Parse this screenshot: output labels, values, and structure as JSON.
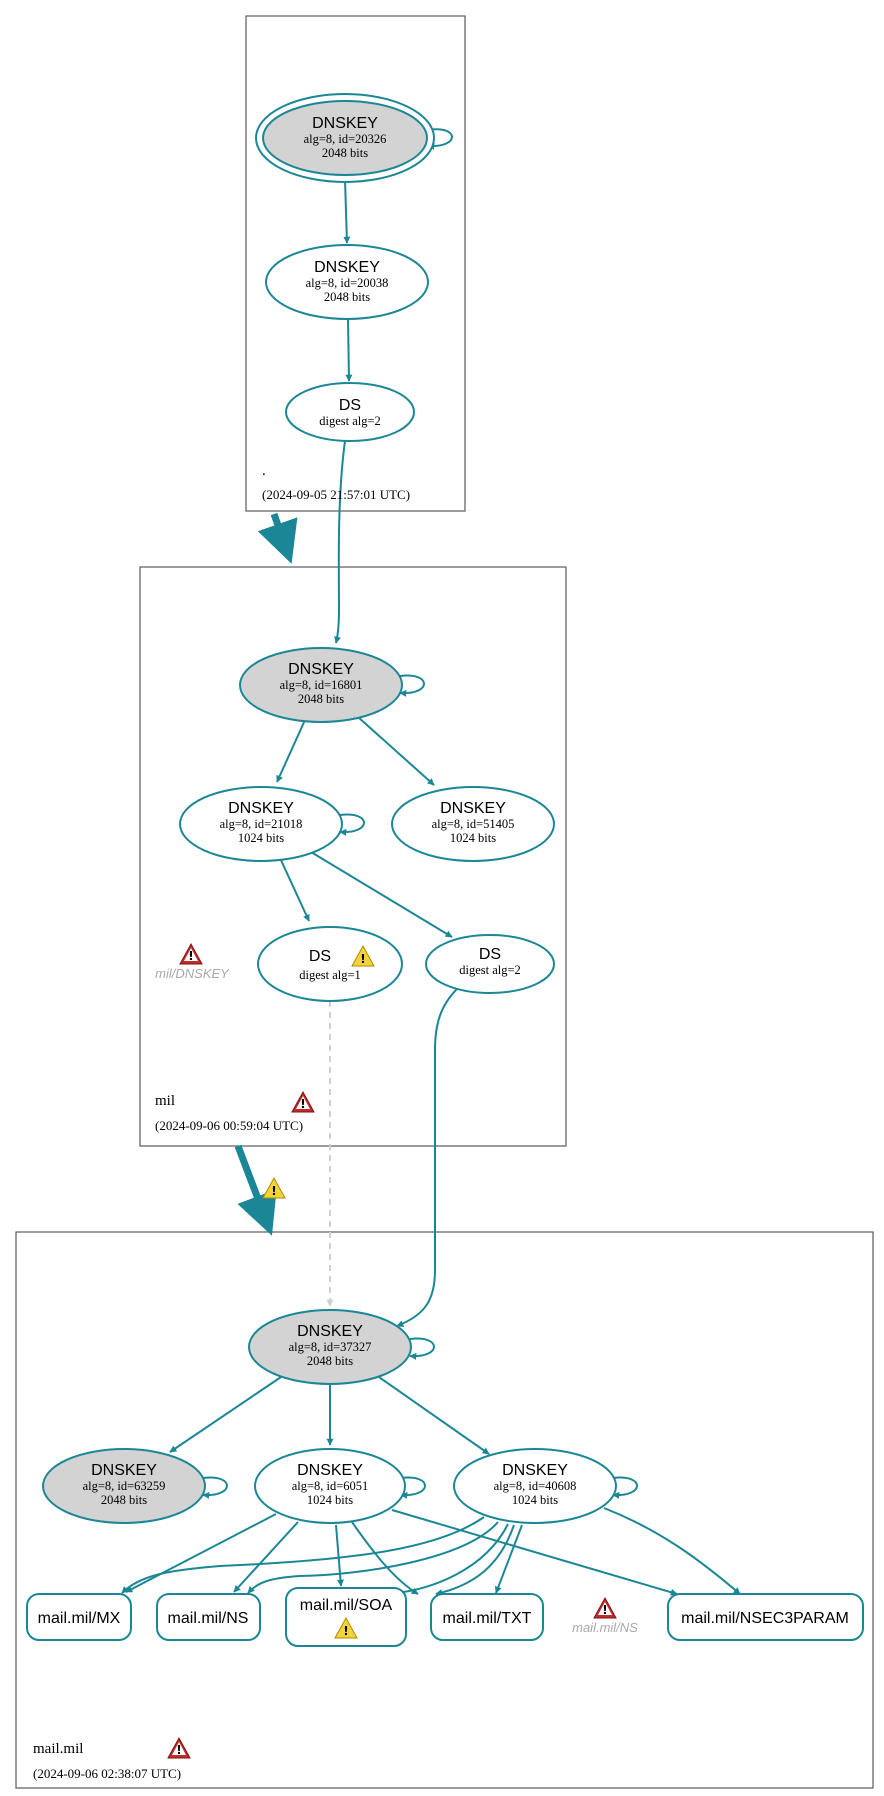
{
  "zones": {
    "root": {
      "name": ".",
      "date": "(2024-09-05 21:57:01 UTC)"
    },
    "mil": {
      "name": "mil",
      "date": "(2024-09-06 00:59:04 UTC)"
    },
    "mailmil": {
      "name": "mail.mil",
      "date": "(2024-09-06 02:38:07 UTC)"
    }
  },
  "nodes": {
    "root_ksk": {
      "title": "DNSKEY",
      "line1": "alg=8, id=20326",
      "line2": "2048 bits"
    },
    "root_zsk": {
      "title": "DNSKEY",
      "line1": "alg=8, id=20038",
      "line2": "2048 bits"
    },
    "root_ds": {
      "title": "DS",
      "line1": "digest alg=2"
    },
    "mil_ksk": {
      "title": "DNSKEY",
      "line1": "alg=8, id=16801",
      "line2": "2048 bits"
    },
    "mil_zsk1": {
      "title": "DNSKEY",
      "line1": "alg=8, id=21018",
      "line2": "1024 bits"
    },
    "mil_zsk2": {
      "title": "DNSKEY",
      "line1": "alg=8, id=51405",
      "line2": "1024 bits"
    },
    "mil_ds1": {
      "title": "DS",
      "line1": "digest alg=1"
    },
    "mil_ds2": {
      "title": "DS",
      "line1": "digest alg=2"
    },
    "mail_ksk": {
      "title": "DNSKEY",
      "line1": "alg=8, id=37327",
      "line2": "2048 bits"
    },
    "mail_k63259": {
      "title": "DNSKEY",
      "line1": "alg=8, id=63259",
      "line2": "2048 bits"
    },
    "mail_k6051": {
      "title": "DNSKEY",
      "line1": "alg=8, id=6051",
      "line2": "1024 bits"
    },
    "mail_k40608": {
      "title": "DNSKEY",
      "line1": "alg=8, id=40608",
      "line2": "1024 bits"
    }
  },
  "rrsets": {
    "mx": "mail.mil/MX",
    "ns": "mail.mil/NS",
    "soa": "mail.mil/SOA",
    "txt": "mail.mil/TXT",
    "nsec3param": "mail.mil/NSEC3PARAM"
  },
  "ghosts": {
    "mil_dnskey": "mil/DNSKEY",
    "mail_ns": "mail.mil/NS"
  },
  "icons": {
    "error": "red-warning-triangle-icon",
    "warning": "yellow-warning-triangle-icon"
  },
  "colors": {
    "edge": "#1b8796",
    "grey_node": "#d3d3d3",
    "dashed_edge": "#cfcfcf"
  }
}
